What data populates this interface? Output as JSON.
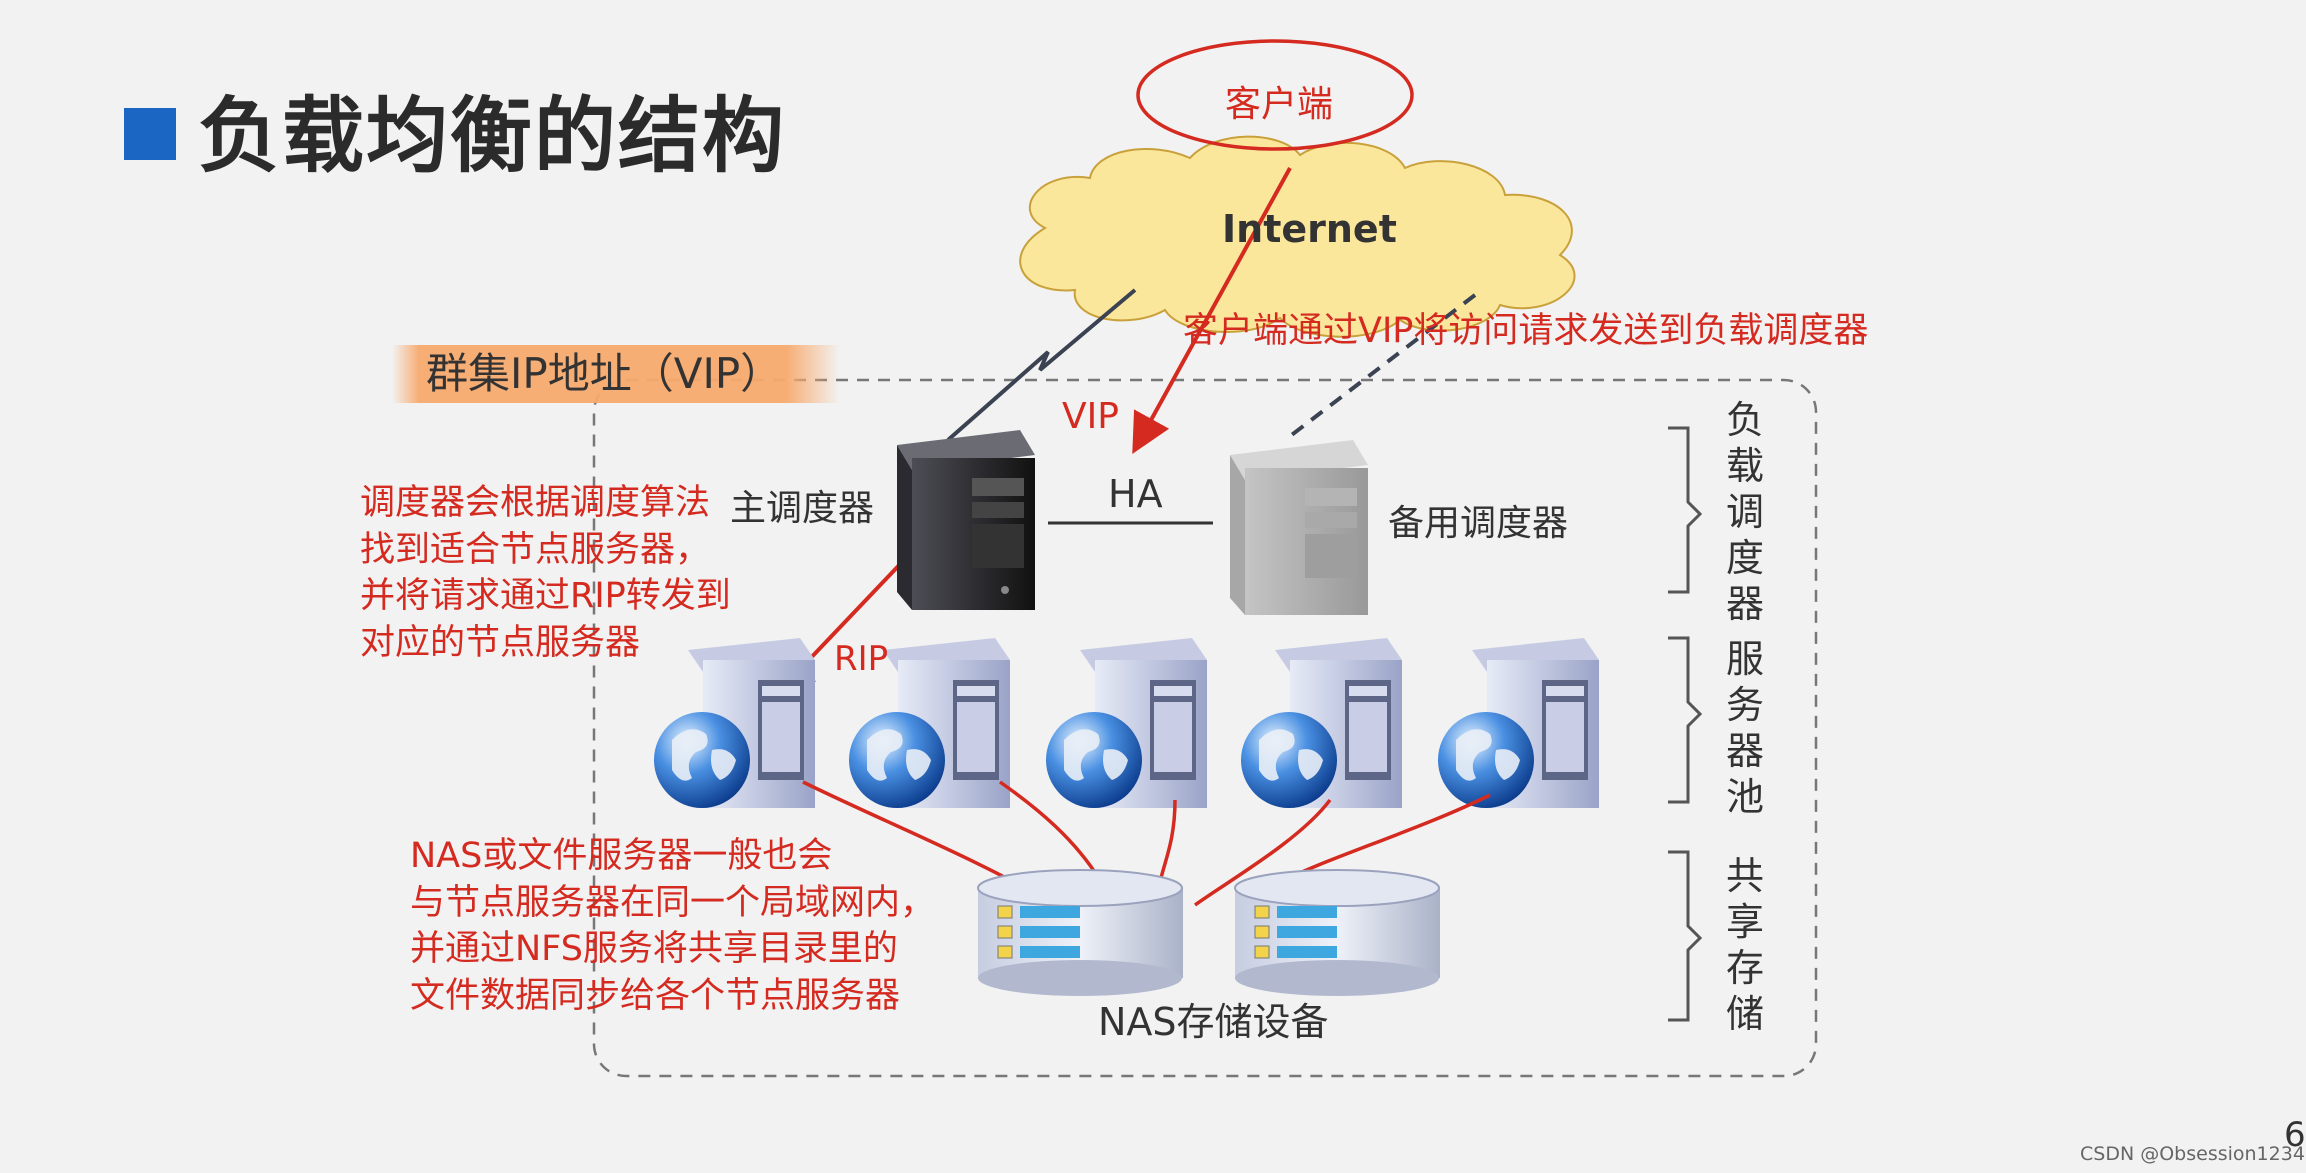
{
  "title": "负载均衡的结构",
  "vip_label": "群集IP地址（VIP）",
  "client": "客户端",
  "internet": "Internet",
  "vip_annotation": "客户端通过VIP将访问请求发送到负载调度器",
  "vip": "VIP",
  "ha": "HA",
  "rip": "RIP",
  "primary_scheduler": "主调度器",
  "backup_scheduler": "备用调度器",
  "scheduler_note": [
    "调度器会根据调度算法",
    "找到适合节点服务器，",
    "并将请求通过RIP转发到",
    "对应的节点服务器"
  ],
  "nas_note": [
    "NAS或文件服务器一般也会",
    "与节点服务器在同一个局域网内，",
    "并通过NFS服务将共享目录里的",
    "文件数据同步给各个节点服务器"
  ],
  "nas_label": "NAS存储设备",
  "side_labels": [
    "负\n载\n调\n度\n器",
    "服\n务\n器\n池",
    "共\n享\n存\n储"
  ],
  "watermark": "CSDN @Obsession1234",
  "page_number": "6",
  "colors": {
    "accent_red": "#d42a20",
    "bullet_blue": "#1a66c2",
    "cloud_yellow": "#fbe79c",
    "vip_band_orange": "#f7aa6e"
  },
  "icons": [
    "server-tower-icon",
    "globe-icon",
    "storage-cylinder-icon",
    "cloud-icon"
  ]
}
